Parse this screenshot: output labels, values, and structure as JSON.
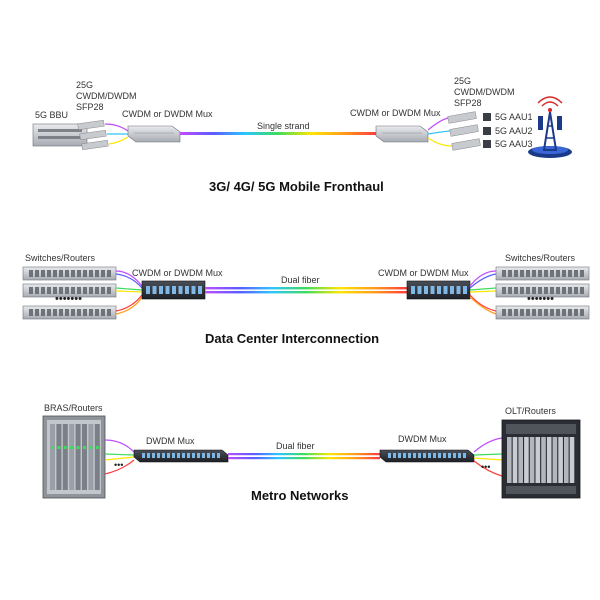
{
  "fronthaul": {
    "bbu_label": "5G BBU",
    "sfp_left": [
      "25G",
      "CWDM/DWDM",
      "SFP28"
    ],
    "mux_left_label": "CWDM or DWDM Mux",
    "link_label": "Single strand",
    "mux_right_label": "CWDM or DWDM Mux",
    "sfp_right": [
      "25G",
      "CWDM/DWDM",
      "SFP28"
    ],
    "aau_labels": [
      "5G AAU1",
      "5G AAU2",
      "5G AAU3"
    ],
    "title": "3G/ 4G/ 5G Mobile Fronthaul"
  },
  "dci": {
    "switches_left_label": "Switches/Routers",
    "mux_left_label": "CWDM or DWDM Mux",
    "link_label": "Dual fiber",
    "mux_right_label": "CWDM or DWDM Mux",
    "switches_right_label": "Switches/Routers",
    "title": "Data Center Interconnection"
  },
  "metro": {
    "bras_label": "BRAS/Routers",
    "mux_left_label": "DWDM Mux",
    "link_label": "Dual fiber",
    "mux_right_label": "DWDM Mux",
    "olt_label": "OLT/Routers",
    "title": "Metro Networks"
  },
  "colors": {
    "rainbow": [
      "#ff3b3b",
      "#ff9f1c",
      "#ffe600",
      "#3ddc5c",
      "#2ec4ff",
      "#5a5cff",
      "#c04dff"
    ],
    "equipment": "#9aa0a8",
    "mux_dark": "#2b2f36"
  }
}
